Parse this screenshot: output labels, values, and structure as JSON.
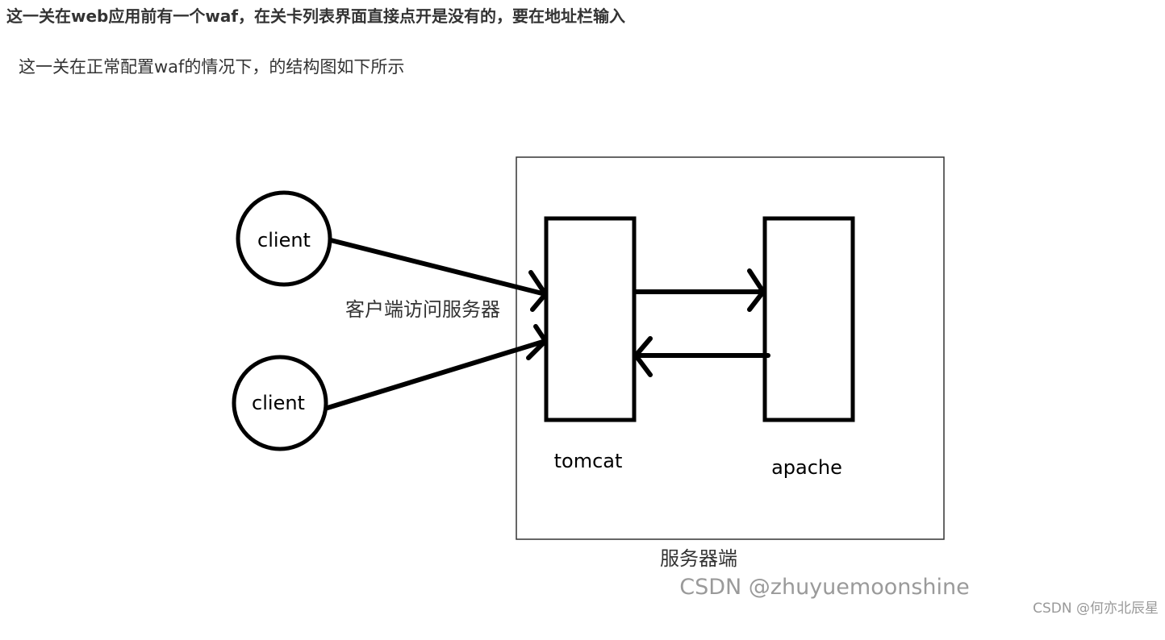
{
  "article": {
    "heading": "这一关在web应用前有一个waf，在关卡列表界面直接点开是没有的，要在地址栏输入",
    "intro": "这一关在正常配置waf的情况下，的结构图如下所示"
  },
  "diagram": {
    "client_1": "client",
    "client_2": "client",
    "access_label": "客户端访问服务器",
    "tomcat": "tomcat",
    "apache": "apache",
    "server_label": "服务器端",
    "image_watermark": "CSDN @zhuyuemoonshine"
  },
  "page_watermark": "CSDN @何亦北辰星"
}
